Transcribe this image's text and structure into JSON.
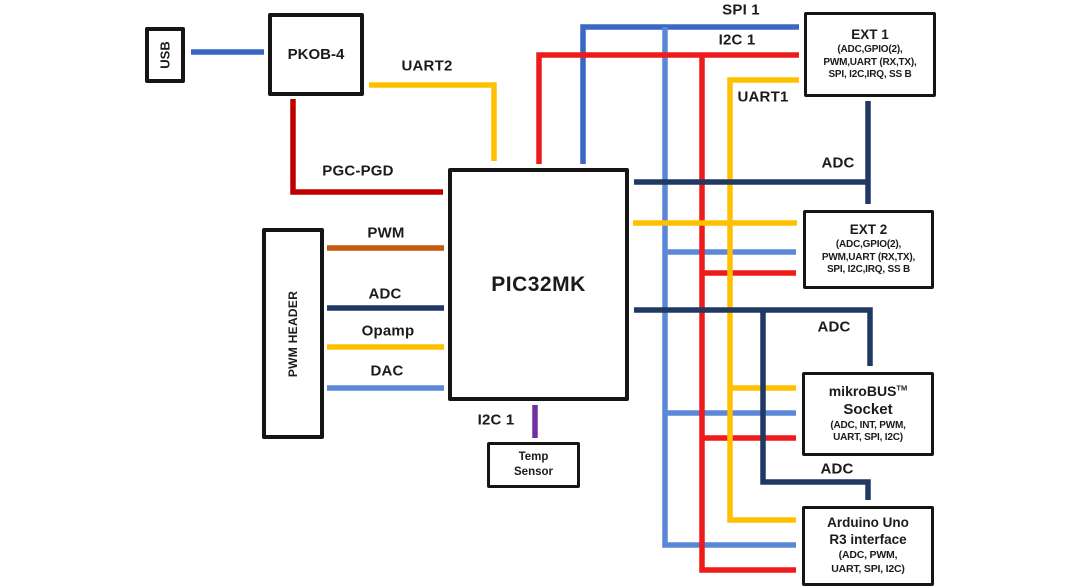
{
  "diagram": {
    "blocks": {
      "usb": {
        "label": "USB"
      },
      "pkob4": {
        "label": "PKOB-4"
      },
      "pwm_header": {
        "label": "PWM HEADER"
      },
      "pic32mk": {
        "label": "PIC32MK"
      },
      "temp_sensor": {
        "line1": "Temp",
        "line2": "Sensor"
      },
      "ext1": {
        "title": "EXT 1",
        "detail1": "(ADC,GPIO(2),",
        "detail2": "PWM,UART (RX,TX),",
        "detail3": "SPI, I2C,IRQ, SS B"
      },
      "ext2": {
        "title": "EXT 2",
        "detail1": "(ADC,GPIO(2),",
        "detail2": "PWM,UART (RX,TX),",
        "detail3": "SPI, I2C,IRQ, SS B"
      },
      "mikrobus": {
        "title": "mikroBUS",
        "title_sup": "TM",
        "subtitle": "Socket",
        "detail1": "(ADC, INT, PWM,",
        "detail2": "UART, SPI, I2C)"
      },
      "arduino": {
        "title1": "Arduino Uno",
        "title2": "R3 interface",
        "detail1": "(ADC, PWM,",
        "detail2": "UART, SPI, I2C)"
      }
    },
    "wire_labels": {
      "uart2": "UART2",
      "pgc_pgd": "PGC-PGD",
      "pwm": "PWM",
      "adc_pwm_header": "ADC",
      "opamp": "Opamp",
      "dac": "DAC",
      "i2c_temp": "I2C 1",
      "spi1": "SPI 1",
      "i2c1": "I2C 1",
      "uart1": "UART1",
      "adc_ext": "ADC",
      "adc_mikrobus": "ADC",
      "adc_arduino": "ADC"
    },
    "colors": {
      "gold": "#FFC000",
      "red": "#EE1B1B",
      "dark_red": "#C00000",
      "orange": "#C55A11",
      "navy": "#1F3864",
      "royal": "#3A66C4",
      "light_blue": "#5B87D8",
      "purple": "#7030A0"
    }
  }
}
